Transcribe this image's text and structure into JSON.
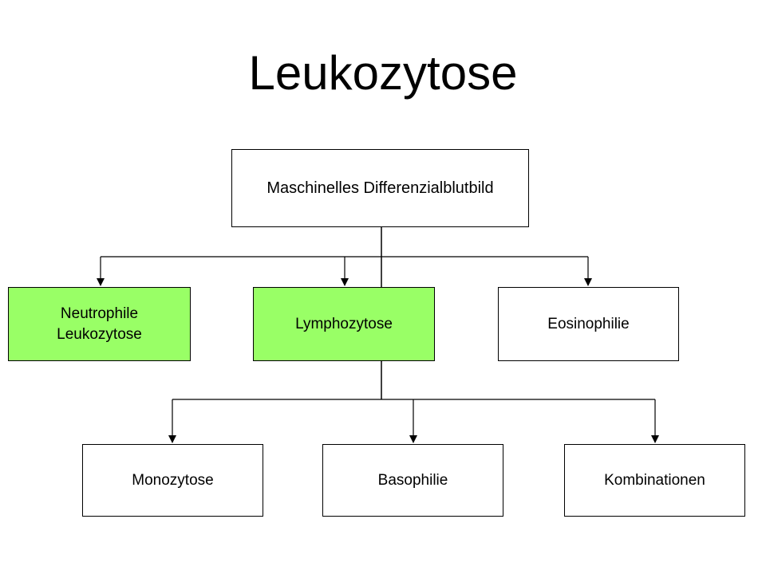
{
  "title": "Leukozytose",
  "colors": {
    "highlight": "#99ff66",
    "default": "#ffffff",
    "line": "#000000"
  },
  "nodes": {
    "root": {
      "label": "Maschinelles  Differenzialblutbild",
      "highlighted": false
    },
    "neutrophile": {
      "label": "Neutrophile\nLeukozytose",
      "highlighted": true
    },
    "lymphozytose": {
      "label": "Lymphozytose",
      "highlighted": true
    },
    "eosinophilie": {
      "label": "Eosinophilie",
      "highlighted": false
    },
    "monozytose": {
      "label": "Monozytose",
      "highlighted": false
    },
    "basophilie": {
      "label": "Basophilie",
      "highlighted": false
    },
    "kombinationen": {
      "label": "Kombinationen",
      "highlighted": false
    }
  },
  "edges": [
    {
      "from": "root",
      "to": "neutrophile"
    },
    {
      "from": "root",
      "to": "lymphozytose"
    },
    {
      "from": "root",
      "to": "eosinophilie"
    },
    {
      "from": "root",
      "to": "monozytose"
    },
    {
      "from": "root",
      "to": "basophilie"
    },
    {
      "from": "root",
      "to": "kombinationen"
    }
  ]
}
